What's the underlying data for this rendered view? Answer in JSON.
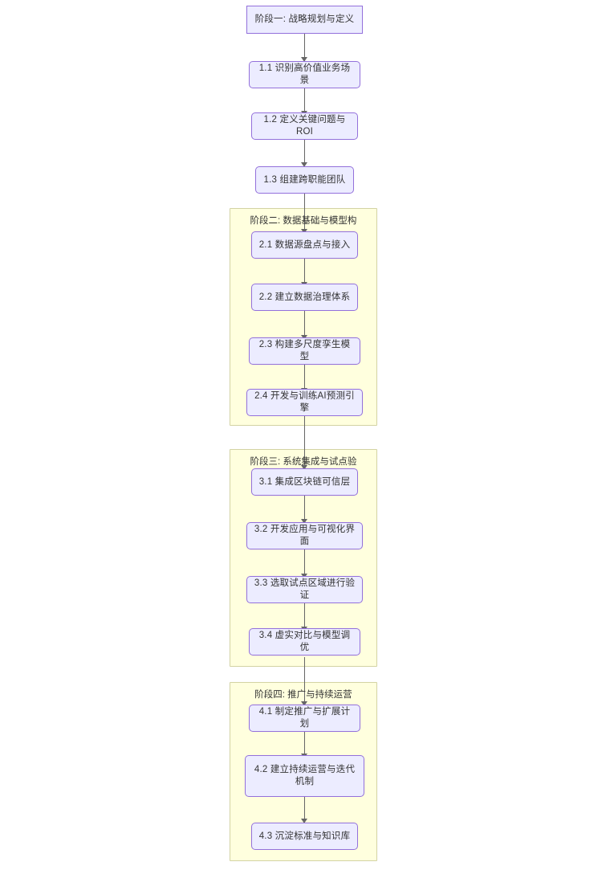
{
  "diagram": {
    "title": "数字孪生实施路线图流程",
    "type": "flowchart",
    "direction": "top-to-bottom",
    "colors": {
      "node_fill": "#ECECFF",
      "node_stroke": "#9370DB",
      "cluster_fill": "#FFFFDE",
      "cluster_stroke": "#D3D3A3",
      "edge_stroke": "#666666",
      "text": "#333333",
      "background": "#FFFFFF"
    },
    "root_node": {
      "id": "phase1-title",
      "label": "阶段一: 战略规划与定义",
      "shape": "rect"
    },
    "clusters": [
      {
        "id": "phase2",
        "label": "阶段二: 数据基础与模型构",
        "nodes": [
          {
            "id": "n2_1",
            "label": "2.1 数据源盘点与接入"
          },
          {
            "id": "n2_2",
            "label": "2.2 建立数据治理体系"
          },
          {
            "id": "n2_3",
            "label": "2.3 构建多尺度孪生模型"
          },
          {
            "id": "n2_4",
            "label": "2.4 开发与训练AI预测引擎"
          }
        ]
      },
      {
        "id": "phase3",
        "label": "阶段三: 系统集成与试点验",
        "nodes": [
          {
            "id": "n3_1",
            "label": "3.1 集成区块链可信层"
          },
          {
            "id": "n3_2",
            "label": "3.2 开发应用与可视化界面"
          },
          {
            "id": "n3_3",
            "label": "3.3 选取试点区域进行验证"
          },
          {
            "id": "n3_4",
            "label": "3.4 虚实对比与模型调优"
          }
        ]
      },
      {
        "id": "phase4",
        "label": "阶段四: 推广与持续运营",
        "nodes": [
          {
            "id": "n4_1",
            "label": "4.1 制定推广与扩展计划"
          },
          {
            "id": "n4_2",
            "label": "4.2 建立持续运营与迭代机制"
          },
          {
            "id": "n4_3",
            "label": "4.3 沉淀标准与知识库"
          }
        ]
      }
    ],
    "phase1_nodes": [
      {
        "id": "n1_1",
        "label": "1.1 识别高价值业务场景"
      },
      {
        "id": "n1_2",
        "label": "1.2 定义关键问题与ROI"
      },
      {
        "id": "n1_3",
        "label": "1.3 组建跨职能团队"
      }
    ]
  }
}
